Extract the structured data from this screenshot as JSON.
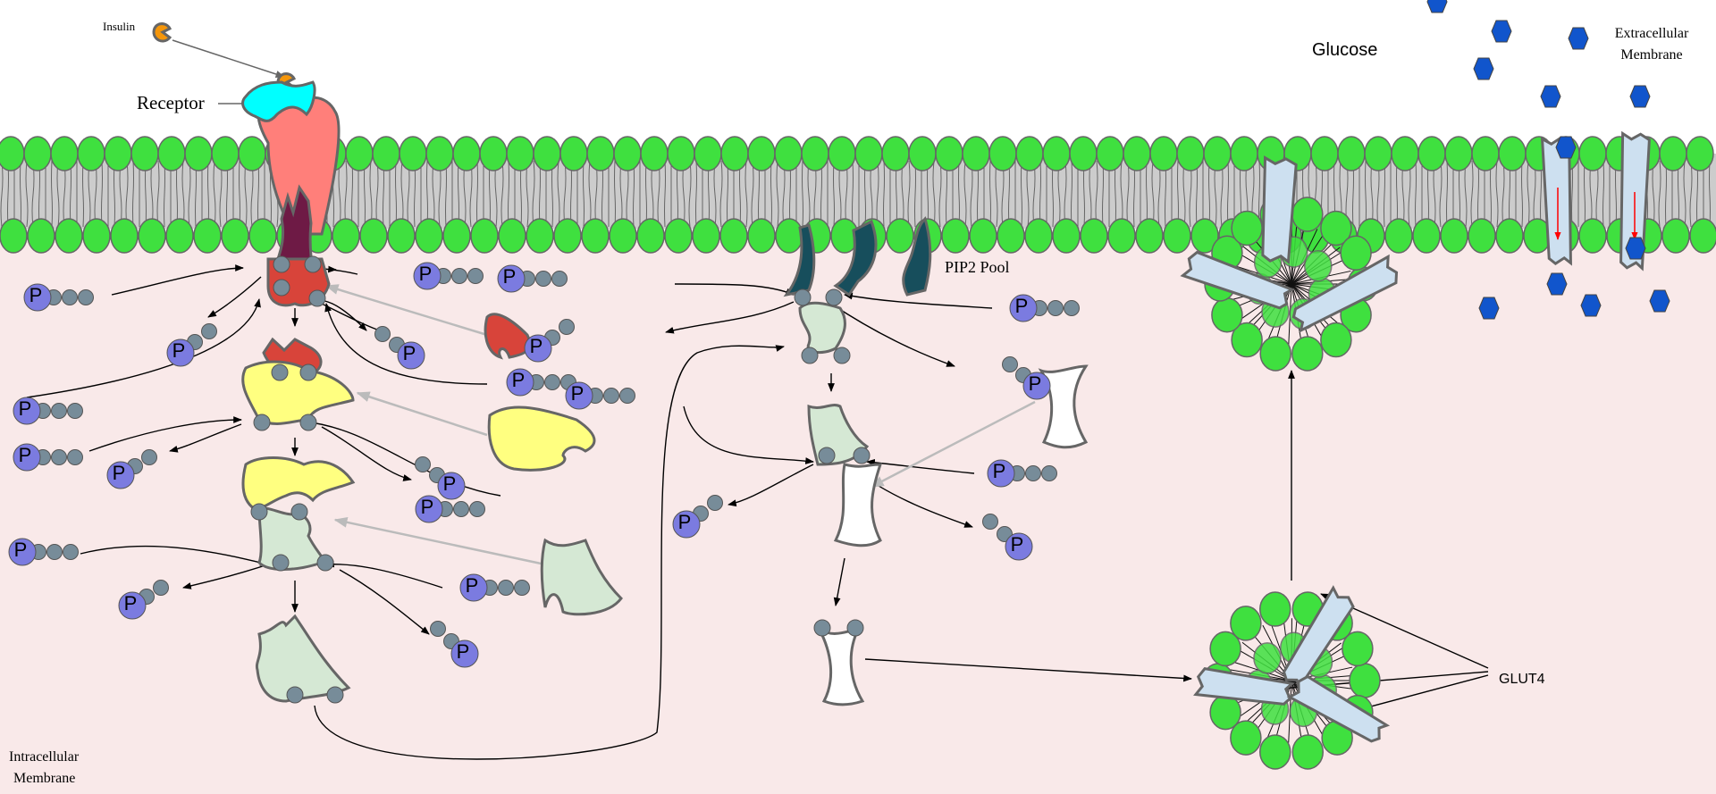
{
  "labels": {
    "insulin": "Insulin",
    "receptor": "Receptor",
    "glucose": "Glucose",
    "extracellular_line1": "Extracellular",
    "extracellular_line2": "Membrane",
    "pip2_pool": "PIP2 Pool",
    "glut4": "GLUT4",
    "intracellular_line1": "Intracellular",
    "intracellular_line2": "Membrane",
    "phosphate": "P"
  },
  "colors": {
    "intracellular_bg": "#f9e9e9",
    "lipid_head": "#3fe03f",
    "lipid_tail_bg": "#cccccc",
    "insulin": "#f5960a",
    "receptor_top": "#00ffff",
    "receptor_body": "#ff7f7a",
    "receptor_tail": "#6e1a45",
    "kinase_red": "#d8443a",
    "yellow_protein": "#ffff80",
    "green_protein": "#d5e8d4",
    "pip2": "#174e5c",
    "glut4": "#cde0f0",
    "glucose": "#1155cc",
    "phosphate": "#7b7be0",
    "phosphate_chain": "#778c99",
    "inhibitor_arrow": "#bbbbbb",
    "transport_arrow": "#ff0000"
  }
}
